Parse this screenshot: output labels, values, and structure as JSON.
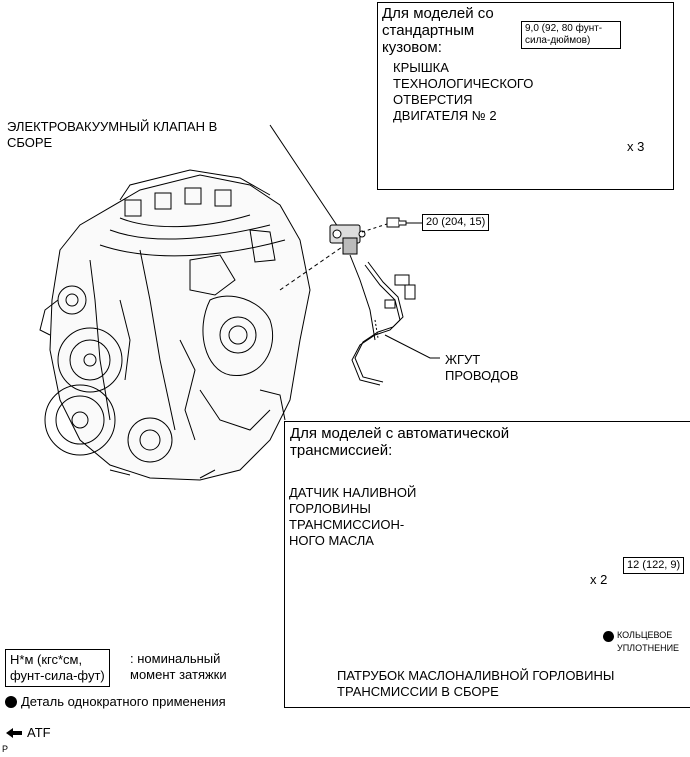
{
  "sections": {
    "standard_body": {
      "header_line1": "Для моделей со",
      "header_line2": "стандартным",
      "header_line3": "кузовом:",
      "part_line1": "КРЫШКА",
      "part_line2": "ТЕХНОЛОГИЧЕСКОГО",
      "part_line3": "ОТВЕРСТИЯ",
      "part_line4": "ДВИГАТЕЛЯ № 2",
      "torque_line1": "9,0 (92, 80 фунт-",
      "torque_line2": "сила-дюймов)",
      "qty": "x 3"
    },
    "automatic": {
      "header_line1": "Для моделей с автоматической",
      "header_line2": "трансмиссией:",
      "sensor_line1": "ДАТЧИК НАЛИВНОЙ",
      "sensor_line2": "ГОРЛОВИНЫ",
      "sensor_line3": "ТРАНСМИССИОН-",
      "sensor_line4": "НОГО МАСЛА",
      "torque": "12 (122, 9)",
      "qty": "x 2",
      "oring_line1": "КОЛЬЦЕВОЕ",
      "oring_line2": "УПЛОТНЕНИЕ",
      "pipe_line1": "ПАТРУБОК МАСЛОНАЛИВНОЙ ГОРЛОВИНЫ",
      "pipe_line2": "ТРАНСМИССИИ В СБОРЕ"
    }
  },
  "labels": {
    "valve_line1": "ЭЛЕКТРОВАКУУМНЫЙ КЛАПАН В",
    "valve_line2": "СБОРЕ",
    "valve_torque": "20 (204, 15)",
    "harness_line1": "ЖГУТ",
    "harness_line2": "ПРОВОДОВ"
  },
  "legend": {
    "torque_unit_line1": "Н*м (кгс*см,",
    "torque_unit_line2": "фунт-сила-фут)",
    "torque_desc_line1": ": номинальный",
    "torque_desc_line2": "момент затяжки",
    "non_reusable": "Деталь однократного применения",
    "atf": "ATF",
    "footer_code": "P"
  },
  "icons": {
    "non_reusable": "filled-circle-icon",
    "atf": "arrow-left-icon"
  }
}
